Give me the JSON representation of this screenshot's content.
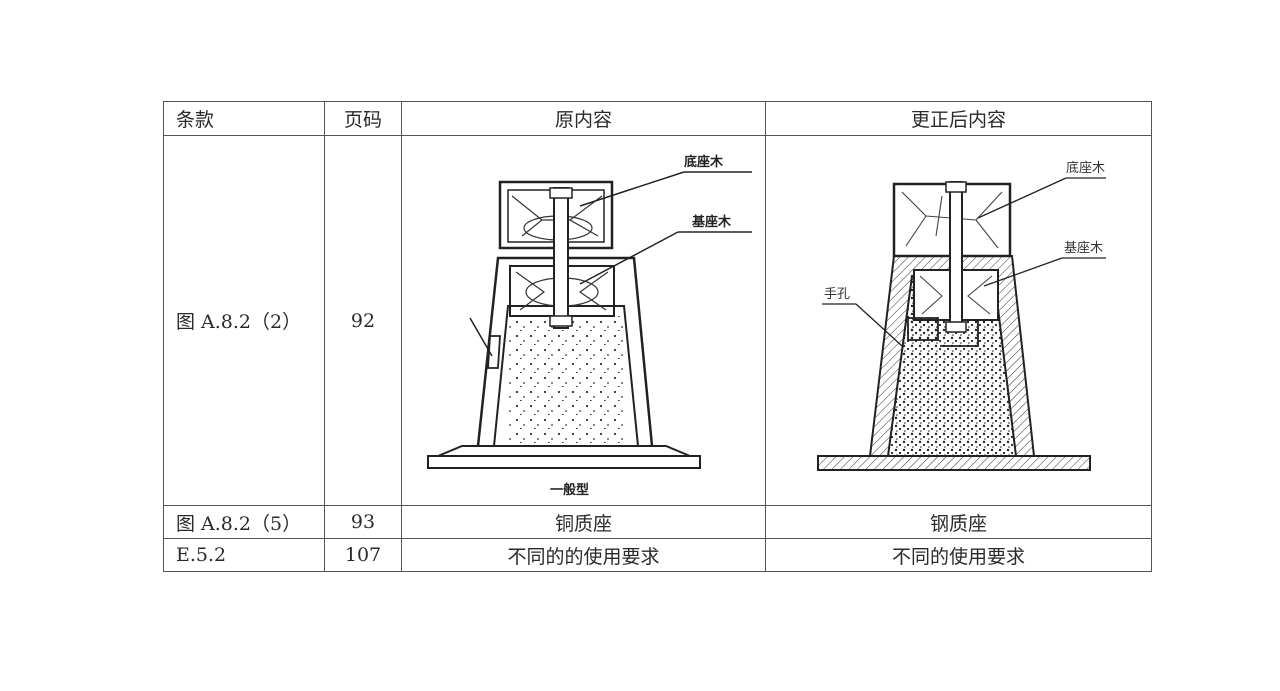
{
  "table": {
    "headers": [
      "条款",
      "页码",
      "原内容",
      "更正后内容"
    ],
    "rows": [
      {
        "clause": "图 A.8.2（2）",
        "page": "92",
        "original": "",
        "corrected": ""
      },
      {
        "clause": "图 A.8.2（5）",
        "page": "93",
        "original": "铜质座",
        "corrected": "钢质座"
      },
      {
        "clause": "E.5.2",
        "page": "107",
        "original": "不同的的使用要求",
        "corrected": "不同的使用要求"
      }
    ]
  },
  "figure_original": {
    "label_top": "底座木",
    "label_mid": "基座木",
    "caption": "一般型"
  },
  "figure_corrected": {
    "label_top": "底座木",
    "label_mid": "基座木",
    "label_hole": "手孔"
  }
}
